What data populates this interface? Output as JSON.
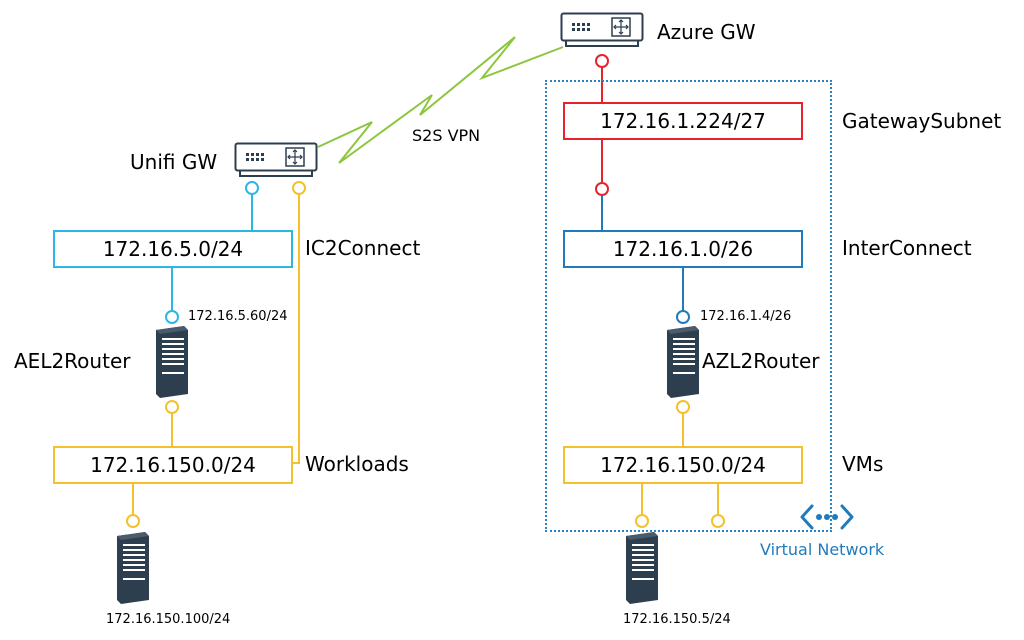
{
  "devices": {
    "azure_gw": "Azure GW",
    "unifi_gw": "Unifi GW",
    "ael2router": "AEL2Router",
    "azl2router": "AZL2Router"
  },
  "vpn": {
    "label": "S2S VPN"
  },
  "onprem": {
    "ic2connect_subnet": "172.16.5.0/24",
    "ic2connect_name": "IC2Connect",
    "router_ip": "172.16.5.60/24",
    "workloads_subnet": "172.16.150.0/24",
    "workloads_name": "Workloads",
    "server_ip": "172.16.150.100/24"
  },
  "azure": {
    "gateway_subnet": "172.16.1.224/27",
    "gateway_subnet_name": "GatewaySubnet",
    "interconnect_subnet": "172.16.1.0/26",
    "interconnect_name": "InterConnect",
    "router_ip": "172.16.1.4/26",
    "vms_subnet": "172.16.150.0/24",
    "vms_name": "VMs",
    "server_ip": "172.16.150.5/24",
    "vnet_label": "Virtual Network"
  },
  "colors": {
    "light_blue": "#2cb6e6",
    "dark_blue": "#1f7bbd",
    "yellow": "#f4c02c",
    "red": "#e8222c",
    "vpn_green": "#8cc63f",
    "device_dark": "#2d3e4f"
  },
  "icons": [
    "router-icon",
    "server-icon",
    "virtual-network-icon"
  ]
}
